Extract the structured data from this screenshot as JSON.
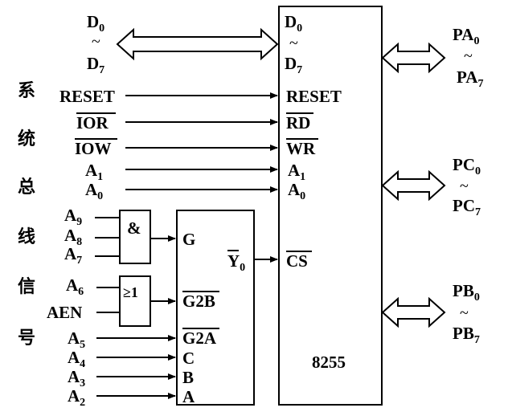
{
  "side_label": [
    "系",
    "统",
    "总",
    "线",
    "信",
    "号"
  ],
  "data_bus": {
    "top": "D",
    "top_sub": "0",
    "bottom": "D",
    "bottom_sub": "7",
    "tilde": "~"
  },
  "chip_8255": {
    "name": "8255",
    "pin_d_top": "D",
    "pin_d_top_sub": "0",
    "pin_d_bottom": "D",
    "pin_d_bottom_sub": "7",
    "pin_reset": "RESET",
    "pin_rd": "RD",
    "pin_wr": "WR",
    "pin_a1": "A",
    "pin_a1_sub": "1",
    "pin_a0": "A",
    "pin_a0_sub": "0",
    "pin_cs": "CS"
  },
  "bus_signals": {
    "reset": "RESET",
    "ior": "IOR",
    "iow": "IOW",
    "a1": "A",
    "a1_sub": "1",
    "a0": "A",
    "a0_sub": "0"
  },
  "decoder": {
    "g": "G",
    "g2b": "G2B",
    "g2a": "G2A",
    "c": "C",
    "b": "B",
    "a": "A",
    "y0": "Y",
    "y0_sub": "0"
  },
  "and_gate": {
    "symbol": "&",
    "inputs": [
      {
        "name": "A",
        "sub": "9"
      },
      {
        "name": "A",
        "sub": "8"
      },
      {
        "name": "A",
        "sub": "7"
      }
    ]
  },
  "or_gate": {
    "symbol": "≥1",
    "inputs": [
      {
        "name": "A",
        "sub": "6"
      },
      {
        "name": "AEN",
        "sub": ""
      }
    ]
  },
  "decoder_inputs": [
    {
      "name": "A",
      "sub": "5"
    },
    {
      "name": "A",
      "sub": "4"
    },
    {
      "name": "A",
      "sub": "3"
    },
    {
      "name": "A",
      "sub": "2"
    }
  ],
  "ports": [
    {
      "top": "PA",
      "top_sub": "0",
      "bottom": "PA",
      "bottom_sub": "7"
    },
    {
      "top": "PC",
      "top_sub": "0",
      "bottom": "PC",
      "bottom_sub": "7"
    },
    {
      "top": "PB",
      "top_sub": "0",
      "bottom": "PB",
      "bottom_sub": "7"
    }
  ]
}
